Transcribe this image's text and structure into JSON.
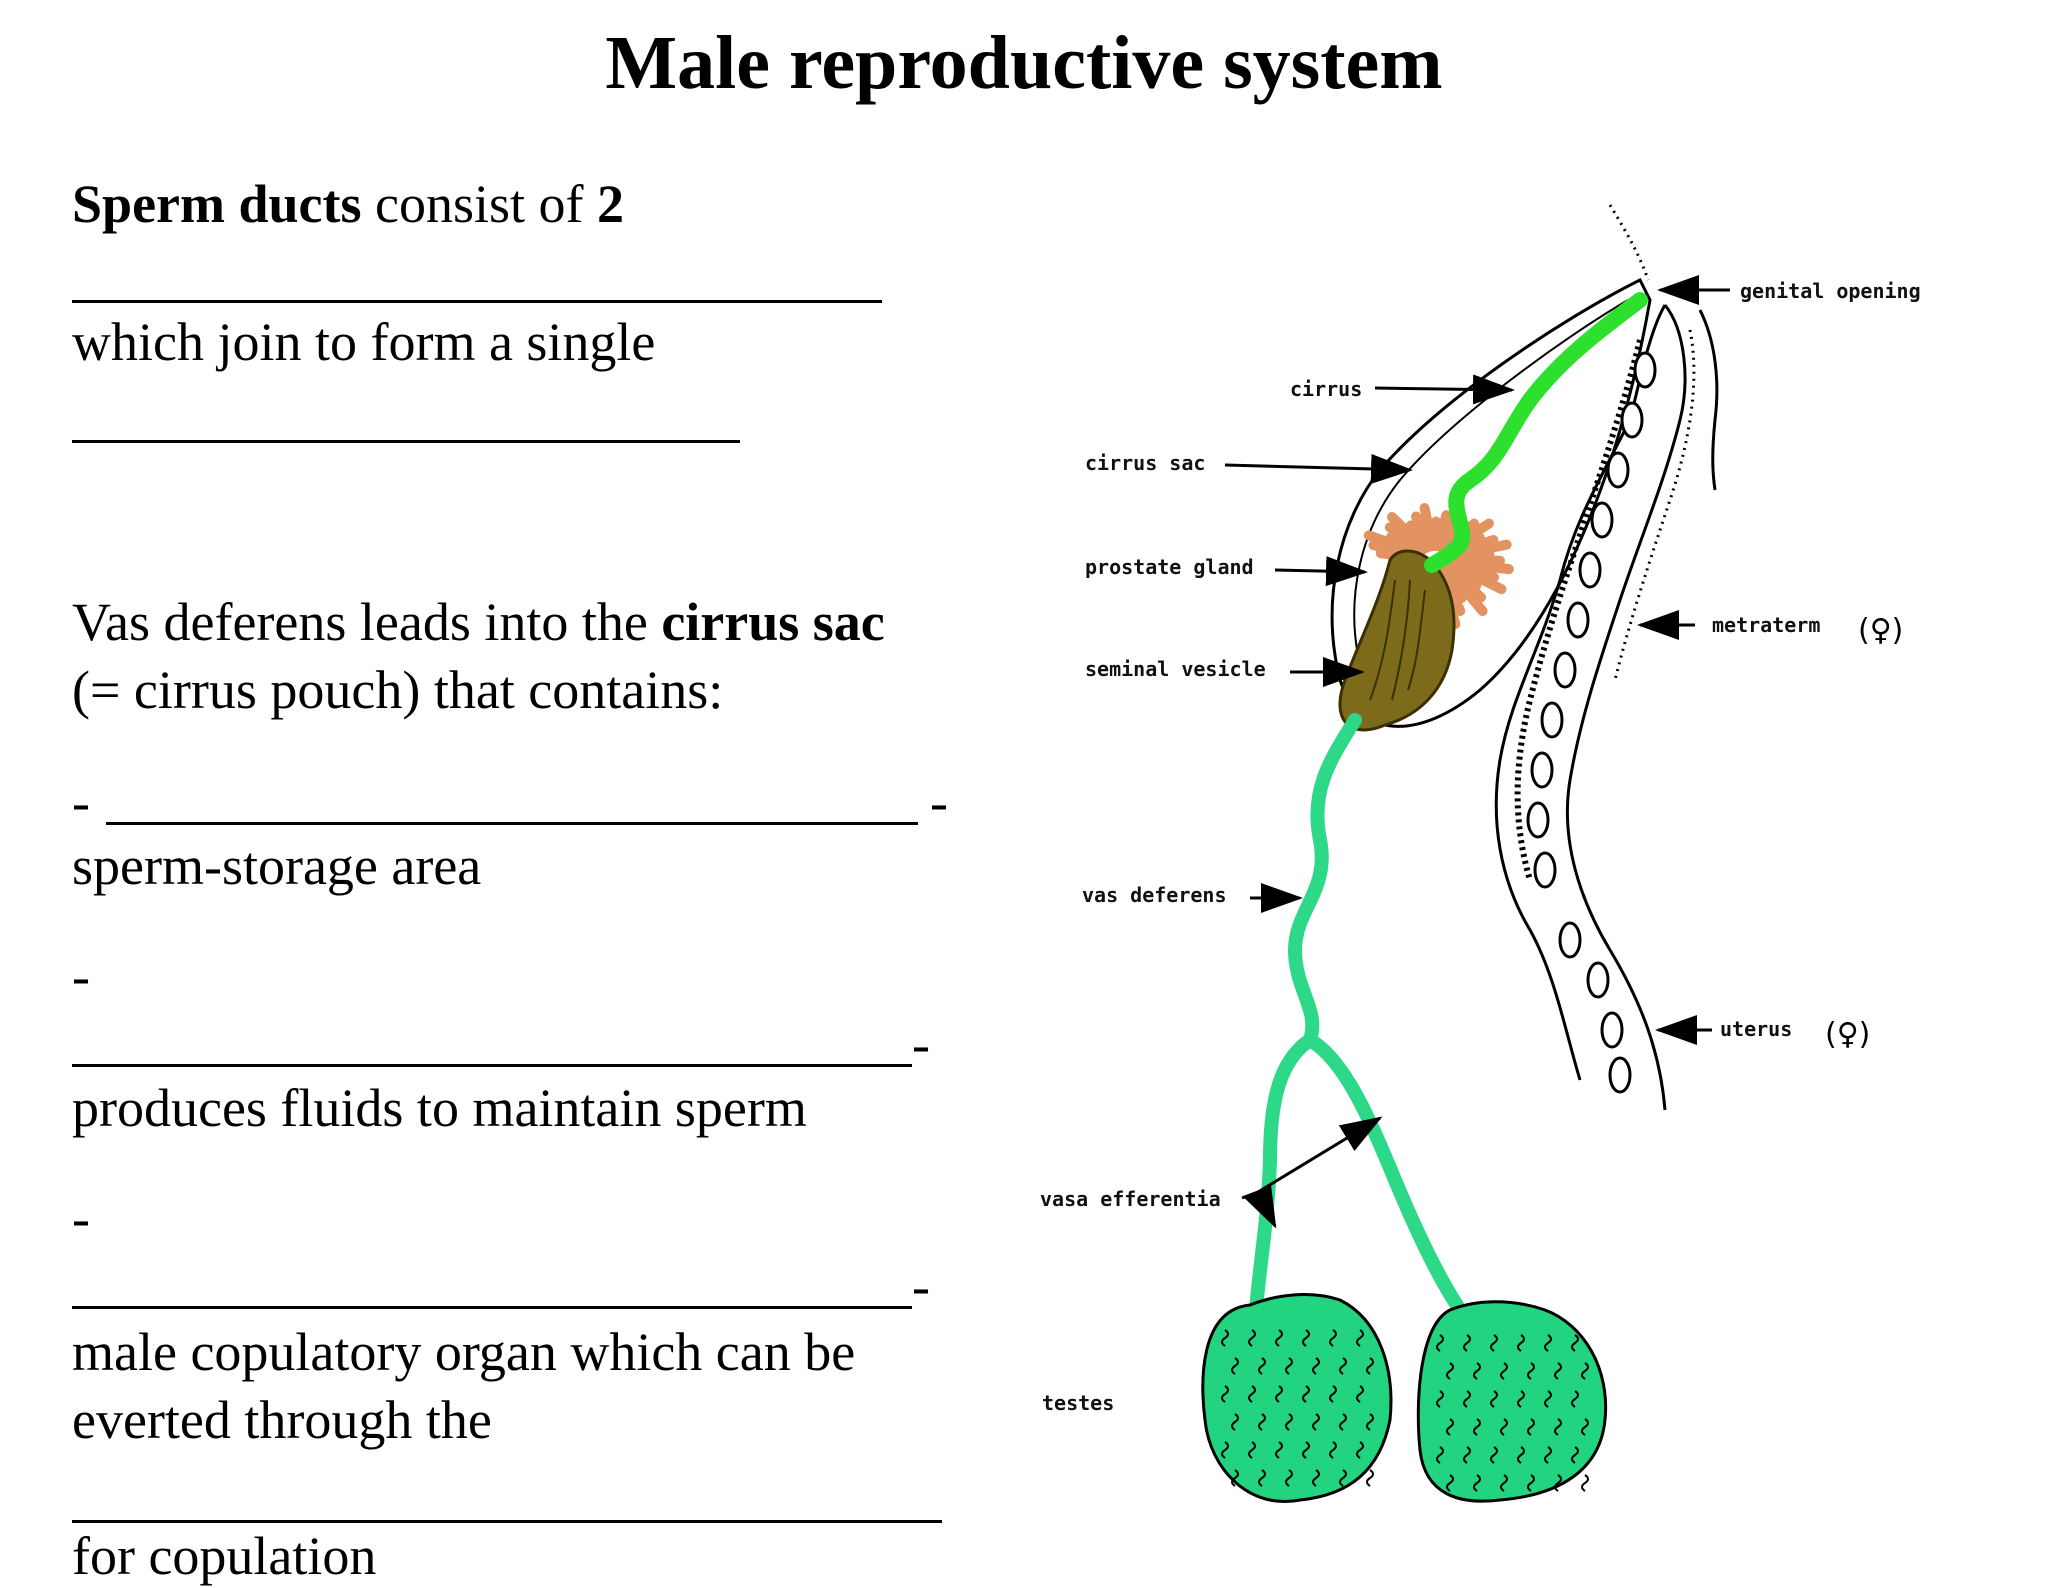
{
  "title": "Male reproductive system",
  "left_text": {
    "p1_bold1": "Sperm ducts",
    "p1_mid": " consist of ",
    "p1_bold2": "2",
    "p2": "which join to form a single",
    "p3_start": "Vas deferens leads into the ",
    "p3_bold": "cirrus sac",
    "p4": "(= cirrus pouch) that contains:",
    "dash": "-",
    "item1_desc": "sperm-storage area",
    "item2_desc": "produces fluids to maintain sperm",
    "item3_desc_a": "male copulatory organ which can be",
    "item3_desc_b": "everted through the",
    "p_last": "for copulation"
  },
  "diagram": {
    "labels": {
      "genital_opening": "genital opening",
      "cirrus": "cirrus",
      "cirrus_sac": "cirrus sac",
      "prostate_gland": "prostate gland",
      "seminal_vesicle": "seminal vesicle",
      "metraterm": "metraterm",
      "female_symbol_1": "(♀)",
      "vas_deferens": "vas deferens",
      "uterus": "uterus",
      "female_symbol_2": "(♀)",
      "vasa_efferentia": "vasa efferentia",
      "testes": "testes"
    },
    "colors": {
      "cirrus": "#2ee02e",
      "ducts": "#2ed889",
      "testes": "#22d480",
      "prostate": "#e39362",
      "seminal_vesicle": "#7c6b1a"
    }
  }
}
